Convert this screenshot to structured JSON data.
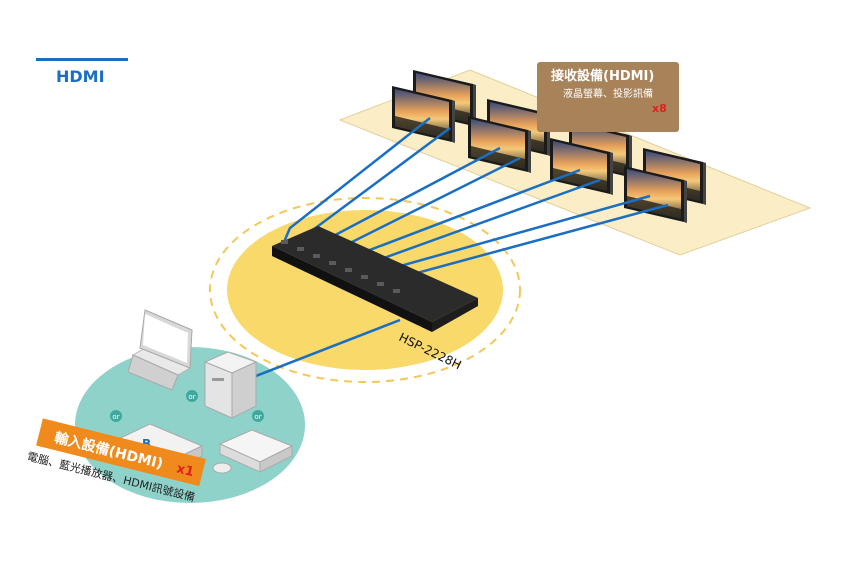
{
  "header": {
    "title": "HDMI"
  },
  "receivers": {
    "title": "接收設備(HDMI)",
    "count": "x8",
    "subtitle": "液晶螢幕、投影訊備"
  },
  "device": {
    "model": "HSP-2228H"
  },
  "inputs": {
    "title": "輸入設備(HDMI)",
    "count": "x1",
    "subtitle": "電腦、藍光播放器、HDMI訊號設備",
    "or_label": "or"
  },
  "colors": {
    "accent_blue": "#1a6fc4",
    "tan_panel": "#a8835a",
    "orange_label": "#f08a1c",
    "yellow_disc": "#f8d96a",
    "teal_disc": "#8fd2c9",
    "count_red": "#e02020"
  }
}
